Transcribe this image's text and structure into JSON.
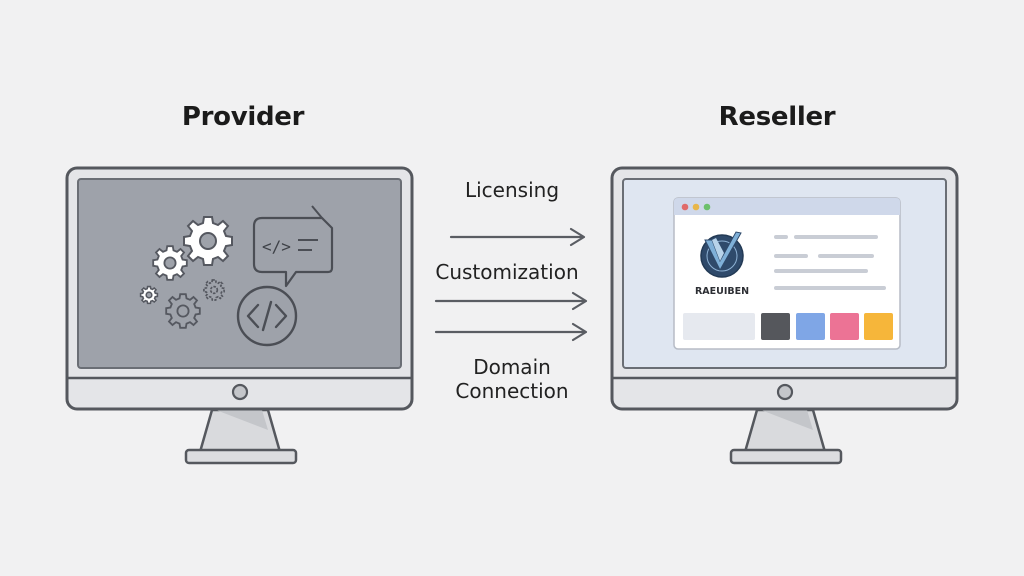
{
  "provider": {
    "title": "Provider"
  },
  "reseller": {
    "title": "Reseller",
    "brand_text": "RAEUIBEN",
    "window_dots": [
      "#e06a6a",
      "#e8b64a",
      "#6cc06c"
    ],
    "swatches": [
      "#e6e9ef",
      "#55575c",
      "#7fa6e6",
      "#ec7395",
      "#f6b63a"
    ]
  },
  "flows": [
    {
      "label": "Licensing"
    },
    {
      "label": "Customization"
    },
    {
      "label": "Domain Connection",
      "lines": [
        "Domain",
        "Connection"
      ]
    }
  ],
  "icons": [
    "gear-icon",
    "code-bubble-icon",
    "code-circle-icon",
    "brand-logo-icon"
  ]
}
